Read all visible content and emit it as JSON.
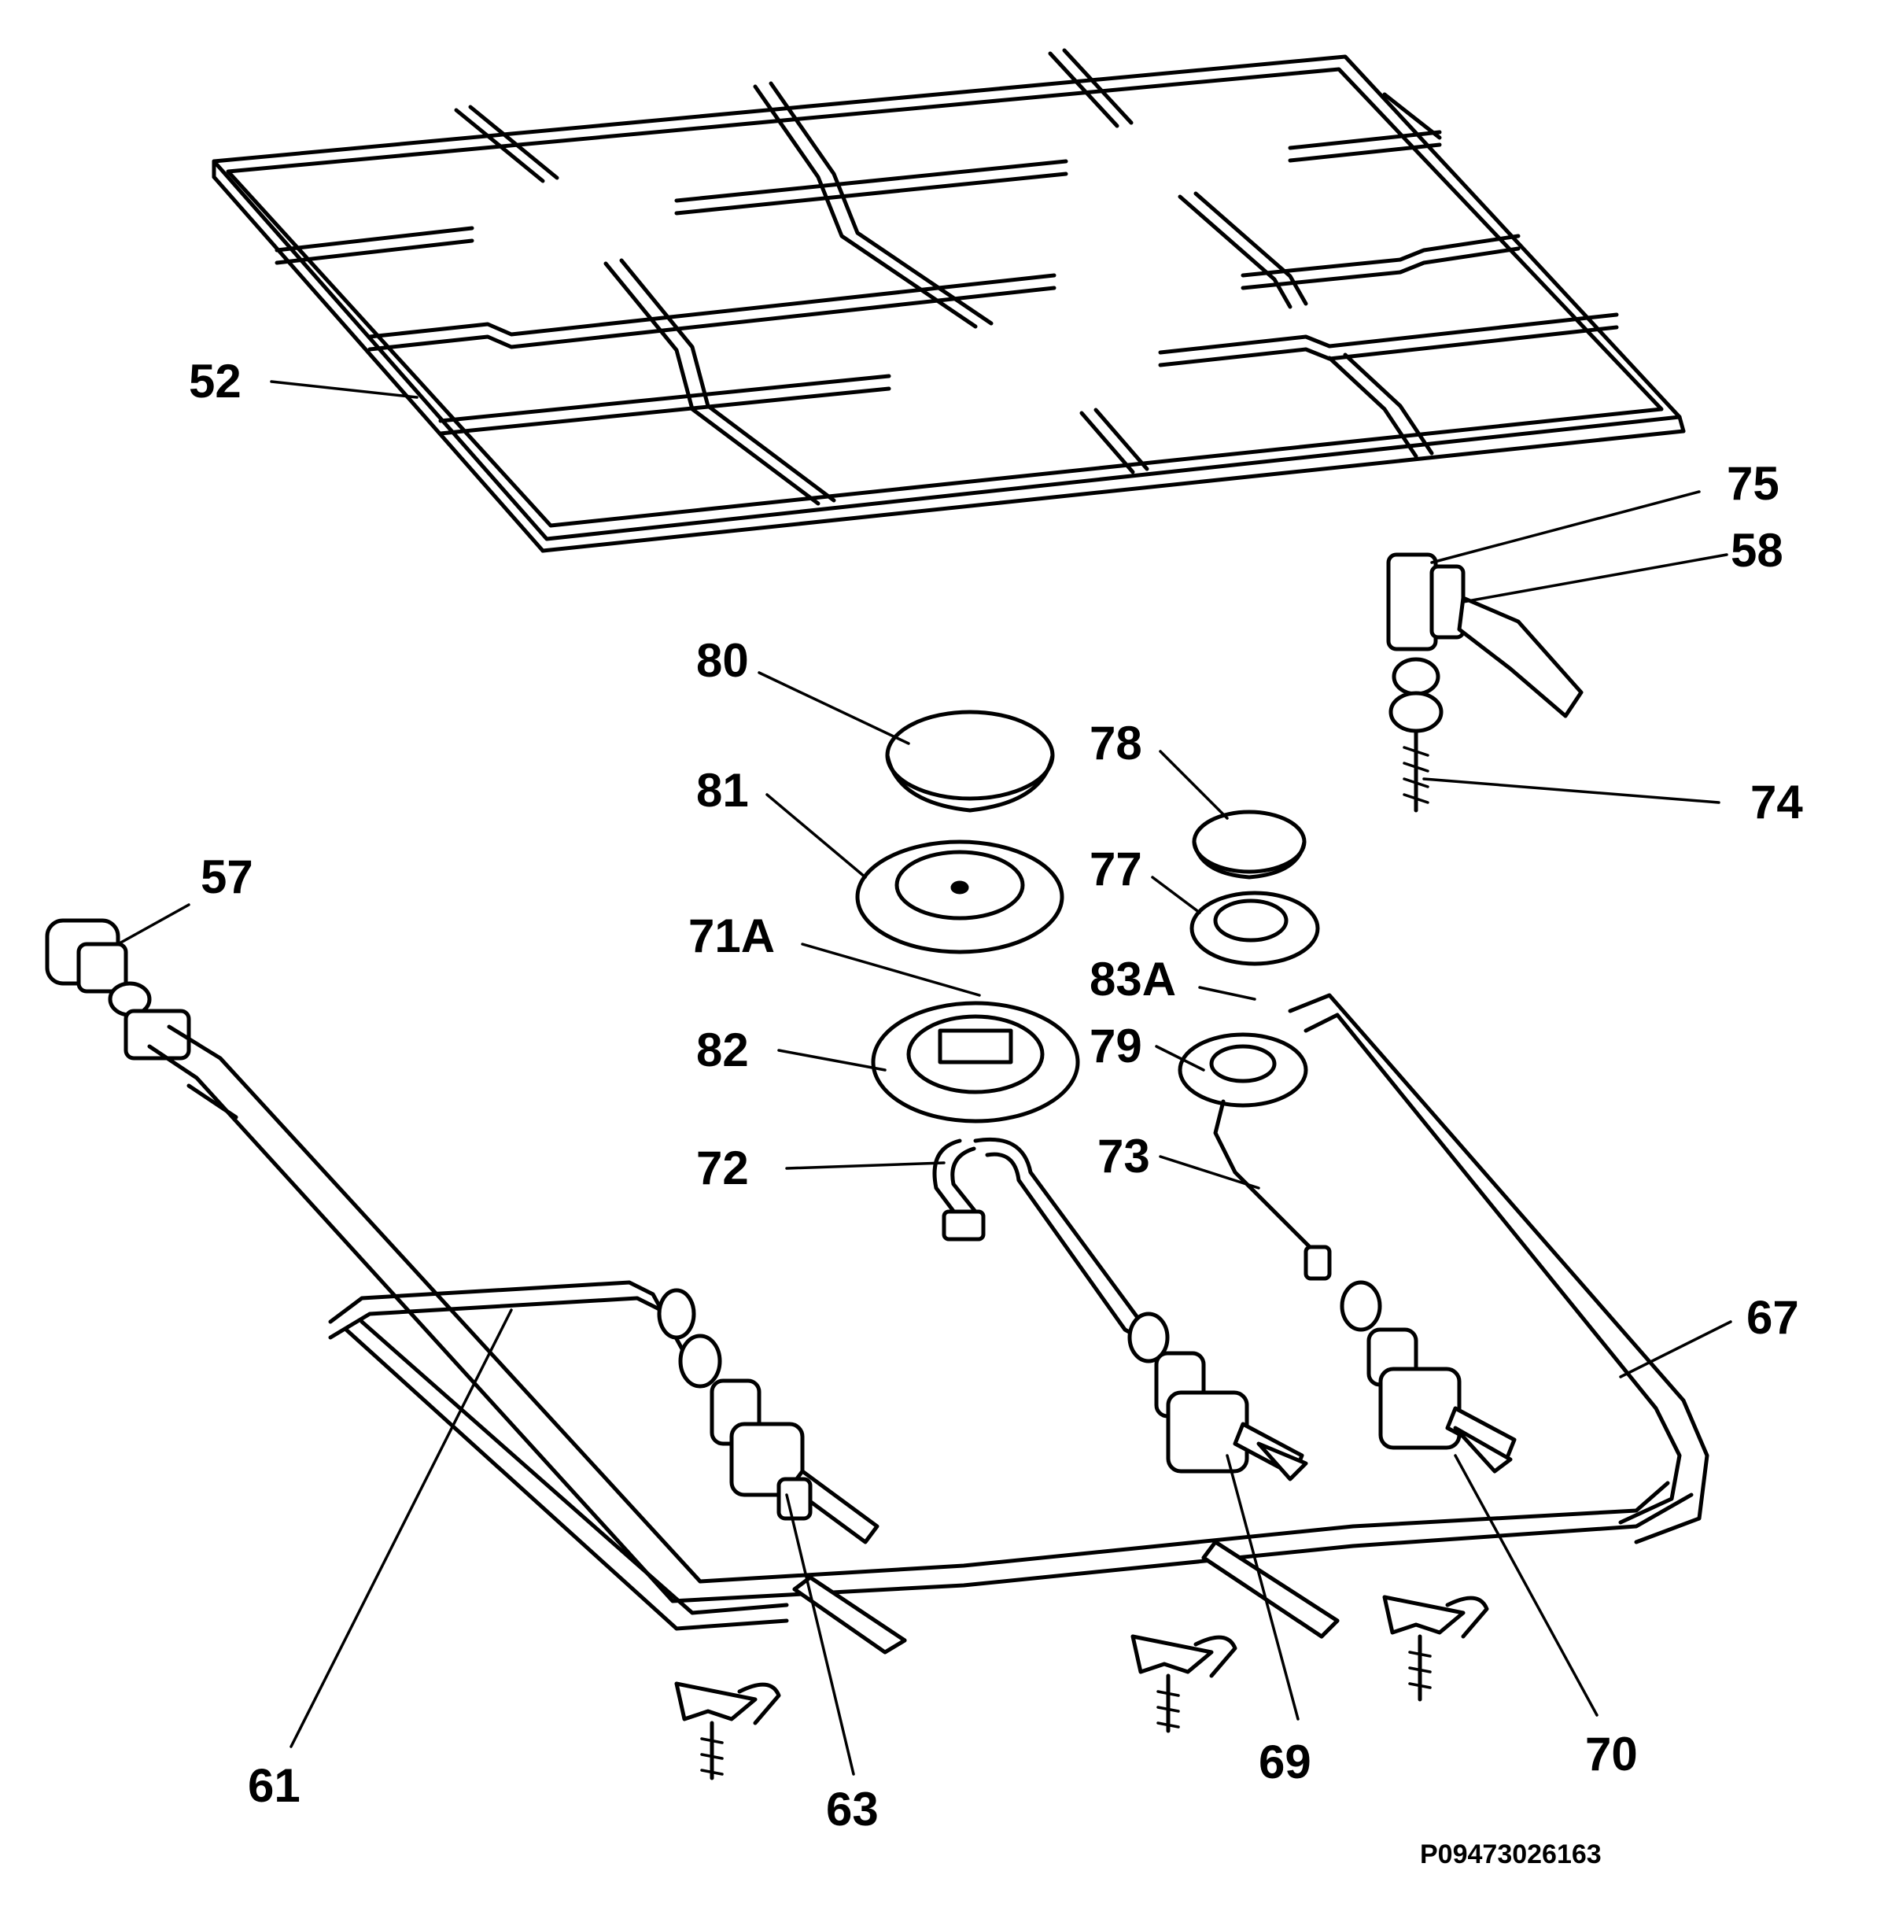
{
  "diagram": {
    "document_code": "P09473026163",
    "callouts": [
      {
        "id": "52",
        "label": "52"
      },
      {
        "id": "75",
        "label": "75"
      },
      {
        "id": "58",
        "label": "58"
      },
      {
        "id": "80",
        "label": "80"
      },
      {
        "id": "78",
        "label": "78"
      },
      {
        "id": "74",
        "label": "74"
      },
      {
        "id": "81",
        "label": "81"
      },
      {
        "id": "57",
        "label": "57"
      },
      {
        "id": "77",
        "label": "77"
      },
      {
        "id": "71A",
        "label": "71A"
      },
      {
        "id": "83A",
        "label": "83A"
      },
      {
        "id": "82",
        "label": "82"
      },
      {
        "id": "79",
        "label": "79"
      },
      {
        "id": "72",
        "label": "72"
      },
      {
        "id": "73",
        "label": "73"
      },
      {
        "id": "67",
        "label": "67"
      },
      {
        "id": "61",
        "label": "61"
      },
      {
        "id": "63",
        "label": "63"
      },
      {
        "id": "69",
        "label": "69"
      },
      {
        "id": "70",
        "label": "70"
      }
    ]
  }
}
